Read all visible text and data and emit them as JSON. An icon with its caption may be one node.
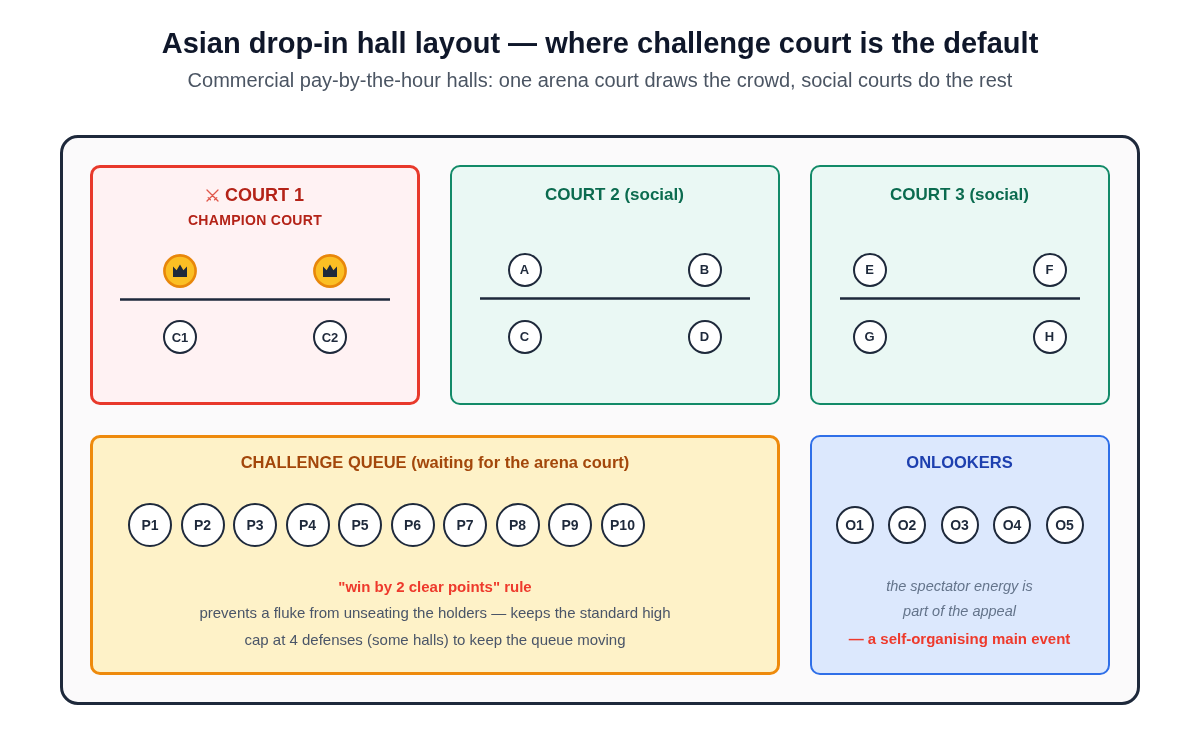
{
  "diagram": {
    "title": "Asian drop-in hall layout — where challenge court is the default",
    "caption": "Commercial pay-by-the-hour halls: one arena court draws the crowd, social courts do the rest",
    "nodes": [
      {
        "text": [],
        "shape": "box"
      },
      {
        "text": [
          "COURT 1",
          "CHAMPION COURT"
        ],
        "in": 0
      },
      {
        "text": [],
        "shape": "circle",
        "in": 1
      },
      {
        "text": [],
        "shape": "circle",
        "in": 1
      },
      {
        "text": [
          "C1"
        ],
        "in": 1
      },
      {
        "text": [
          "C2"
        ],
        "in": 1
      },
      {
        "text": [
          "COURT 2 (social)"
        ],
        "in": 0
      },
      {
        "text": [
          "A"
        ],
        "in": 6
      },
      {
        "text": [
          "B"
        ],
        "in": 6
      },
      {
        "text": [
          "C"
        ],
        "in": 6
      },
      {
        "text": [
          "D"
        ],
        "in": 6
      },
      {
        "text": [
          "COURT 3 (social)"
        ],
        "in": 0
      },
      {
        "text": [
          "E"
        ],
        "in": 11
      },
      {
        "text": [
          "F"
        ],
        "in": 11
      },
      {
        "text": [
          "G"
        ],
        "in": 11
      },
      {
        "text": [
          "H"
        ],
        "in": 11
      },
      {
        "text": [
          "CHALLENGE QUEUE (waiting for the arena court)",
          "\"win by 2 clear points\" rule",
          "prevents a fluke from unseating the holders — keeps the standard high cap at 4 defenses (some halls) to keep the queue moving"
        ],
        "in": 0
      },
      {
        "text": [
          "P1"
        ],
        "in": 16
      },
      {
        "text": [
          "P2"
        ],
        "in": 16
      },
      {
        "text": [
          "P3"
        ],
        "in": 16
      },
      {
        "text": [
          "P4"
        ],
        "in": 16
      },
      {
        "text": [
          "P5"
        ],
        "in": 16
      },
      {
        "text": [
          "P6"
        ],
        "in": 16
      },
      {
        "text": [
          "P7"
        ],
        "in": 16
      },
      {
        "text": [
          "P8"
        ],
        "in": 16
      },
      {
        "text": [
          "P9"
        ],
        "in": 16
      },
      {
        "text": [
          "P10"
        ],
        "in": 16
      },
      {
        "text": [
          "ONLOOKERS",
          "the spectator energy is part of the appeal",
          "— a self-organising main event"
        ],
        "in": 0
      },
      {
        "text": [
          "O1"
        ],
        "in": 27
      },
      {
        "text": [
          "O2"
        ],
        "in": 27
      },
      {
        "text": [
          "O3"
        ],
        "in": 27
      },
      {
        "text": [
          "O4"
        ],
        "in": 27
      },
      {
        "text": [
          "O5"
        ],
        "in": 27
      }
    ]
  }
}
